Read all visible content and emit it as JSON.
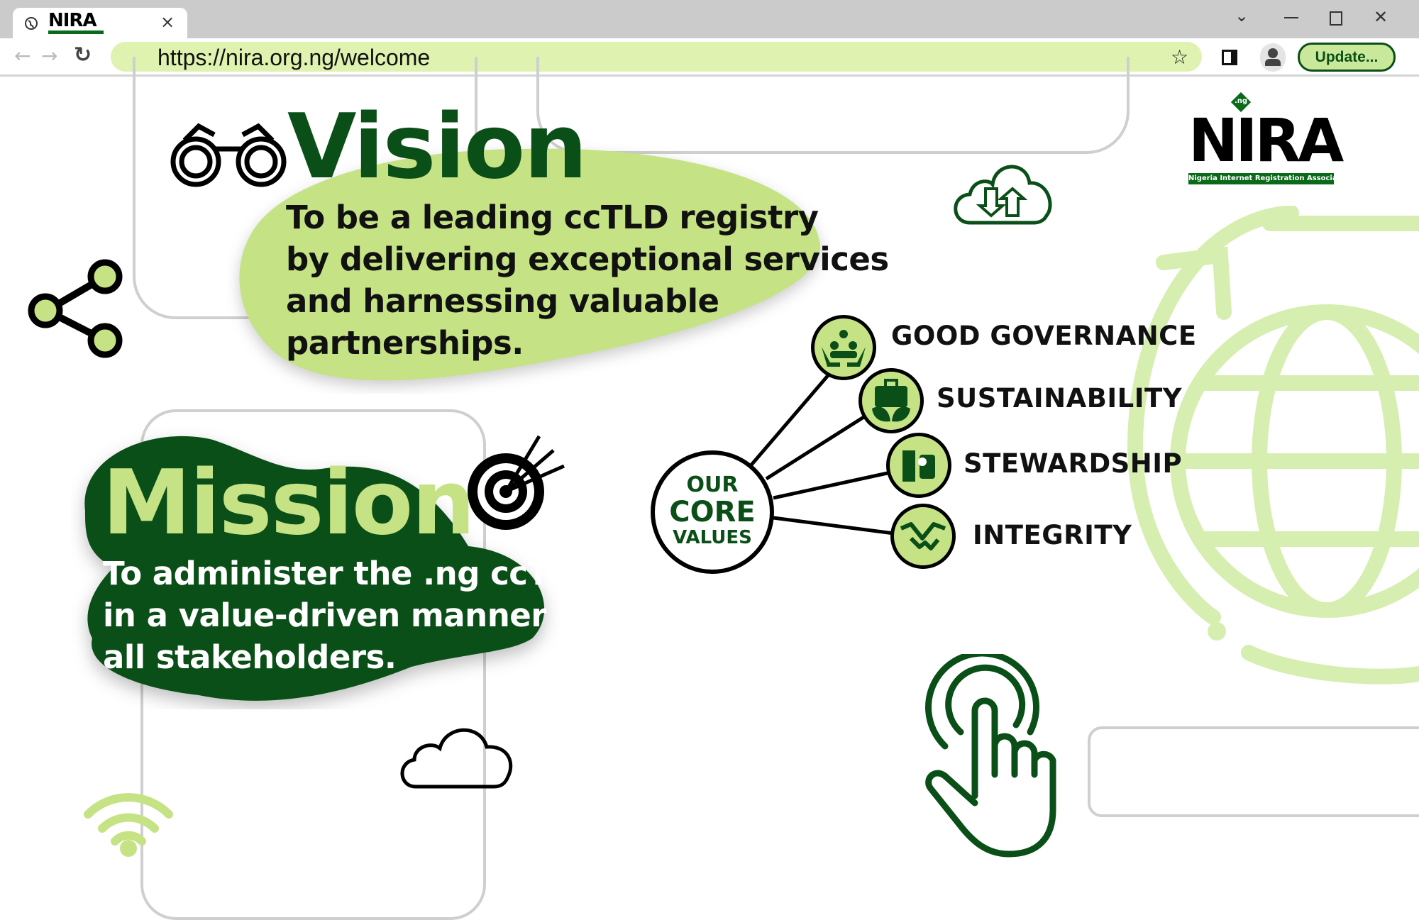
{
  "browser": {
    "tab": {
      "title_logo": "NIRA",
      "close": "×"
    },
    "url": "https://nira.org.ng/welcome",
    "update_label": "Update...",
    "window_controls": [
      "chevron-down",
      "minimize",
      "maximize",
      "close"
    ]
  },
  "logo": {
    "text": "NIRA",
    "tld": ".ng",
    "tagline": "Nigeria Internet Registration Association"
  },
  "vision": {
    "title": "Vision",
    "lines": [
      "To be a leading ccTLD registry",
      "by delivering exceptional services",
      "and harnessing valuable",
      "partnerships."
    ]
  },
  "mission": {
    "title": "Mission",
    "lines": [
      "To administer the .ng ccTLD",
      "in a value-driven manner for",
      "all stakeholders."
    ]
  },
  "core_values": {
    "hub": [
      "OUR",
      "CORE",
      "VALUES"
    ],
    "items": [
      {
        "label": "GOOD GOVERNANCE",
        "icon": "governance-icon"
      },
      {
        "label": "SUSTAINABILITY",
        "icon": "sustainability-icon"
      },
      {
        "label": "STEWARDSHIP",
        "icon": "stewardship-icon"
      },
      {
        "label": "INTEGRITY",
        "icon": "handshake-icon"
      }
    ]
  },
  "colors": {
    "dark_green": "#0b4f18",
    "light_green": "#c5e384",
    "pale_green": "#dff2b0"
  }
}
